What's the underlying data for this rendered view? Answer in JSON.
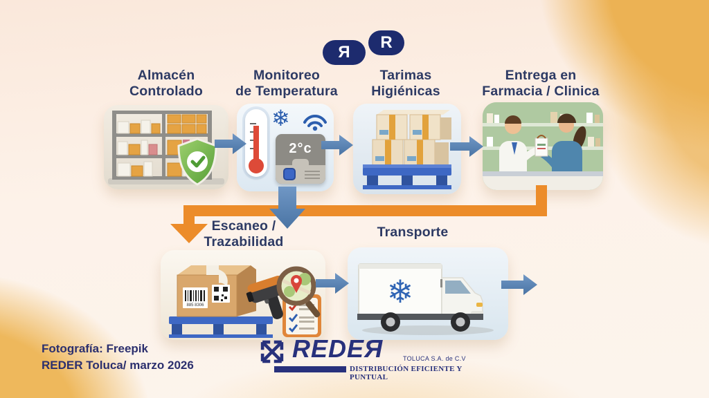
{
  "logo_top": {
    "letter_left": "Я",
    "letter_right": "R"
  },
  "steps": {
    "almacen": {
      "line1": "Almacén",
      "line2": "Controlado"
    },
    "monitoreo": {
      "line1": "Monitoreo",
      "line2": "de Temperatura",
      "device_reading": "2°c"
    },
    "tarimas": {
      "line1": "Tarimas",
      "line2": "Higiénicas"
    },
    "entrega": {
      "line1": "Entrega en",
      "line2": "Farmacia / Clinica"
    },
    "escaneo": {
      "line1": "Escaneo /",
      "line2": "Trazabilidad",
      "barcode_number": "885 8306"
    },
    "transporte": {
      "line1": "Transporte"
    }
  },
  "icons": {
    "snowflake": "❄"
  },
  "footer": {
    "credit_line1": "Fotografía: Freepik",
    "credit_line2": "REDER Toluca/ marzo 2026"
  },
  "brand": {
    "name": "REDEЯ",
    "company": "TOLUCA S.A. de C.V",
    "tagline": "DISTRIBUCIÓN EFICIENTE Y PUNTUAL"
  },
  "colors": {
    "accent_orange": "#EC8C2A",
    "arrow_blue": "#5581B3",
    "logo_navy": "#1D2B6E",
    "header_navy": "#2D3A64",
    "brand_navy": "#28317C",
    "background_cream": "#FDF2E9",
    "background_gold": "#ECB254"
  }
}
